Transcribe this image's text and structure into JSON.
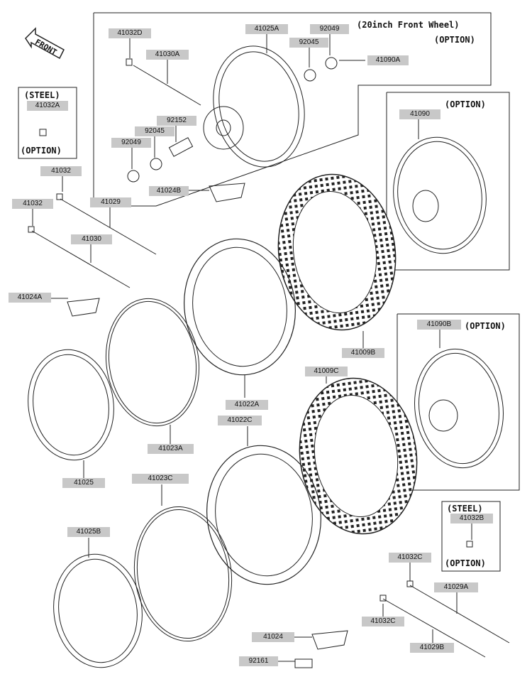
{
  "front_sign": "FRONT",
  "notes": {
    "front_wheel_20": "(20inch Front Wheel)",
    "option_top": "(OPTION)",
    "option_41090": "(OPTION)",
    "option_41090b": "(OPTION)",
    "steel_a": "(STEEL)",
    "option_a": "(OPTION)",
    "steel_b": "(STEEL)",
    "option_b": "(OPTION)"
  },
  "parts": {
    "p41032D": "41032D",
    "p41030A": "41030A",
    "p41025A": "41025A",
    "p92049_top": "92049",
    "p92045_top": "92045",
    "p41090A": "41090A",
    "p92152": "92152",
    "p92045_b": "92045",
    "p92049_b": "92049",
    "p41024B": "41024B",
    "p41032A": "41032A",
    "p41032_1": "41032",
    "p41032_2": "41032",
    "p41029": "41029",
    "p41030": "41030",
    "p41024A": "41024A",
    "p41090": "41090",
    "p41009B": "41009B",
    "p41090B": "41090B",
    "p41022A": "41022A",
    "p41009C": "41009C",
    "p41023A": "41023A",
    "p41022C": "41022C",
    "p41025": "41025",
    "p41023C": "41023C",
    "p41025B": "41025B",
    "p41032B": "41032B",
    "p41032C_1": "41032C",
    "p41029A": "41029A",
    "p41032C_2": "41032C",
    "p41029B": "41029B",
    "p41024": "41024",
    "p92161": "92161"
  }
}
